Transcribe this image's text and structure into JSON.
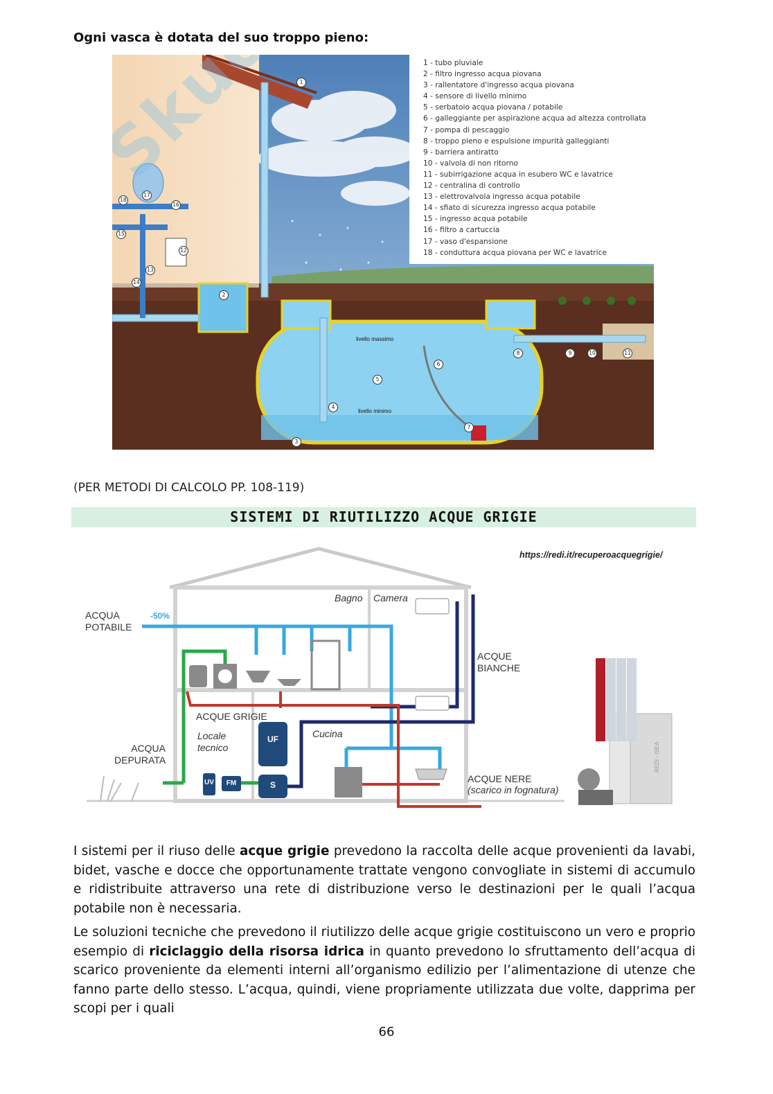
{
  "heading": "Ogni vasca è dotata del suo troppo pieno:",
  "figure1": {
    "legend": [
      "1 - tubo pluviale",
      "2 - filtro ingresso acqua piovana",
      "3 - rallentatore d'ingresso acqua piovana",
      "4 - sensore di livello minimo",
      "5 - serbatoio acqua piovana / potabile",
      "6 - galleggiante per aspirazione acqua ad altezza controllata",
      "7 - pompa di pescaggio",
      "8 - troppo pieno e espulsione impurità galleggianti",
      "9 - barriera antiratto",
      "10 - valvola di non ritorno",
      "11 - subirrigazione acqua in esubero WC e lavatrice",
      "12 - centralina di controllo",
      "13 - elettrovalvola ingresso acqua potabile",
      "14 - sfiato di sicurezza ingresso acqua potabile",
      "15 - ingresso acqua potabile",
      "16 - filtro a cartuccia",
      "17 - vaso d'espansione",
      "18 - conduttura acqua piovana per WC e lavatrice"
    ],
    "level_max": "livello massimo",
    "level_min": "livello minimo",
    "watermark": "Skuola.net",
    "callouts": [
      "1",
      "2",
      "3",
      "4",
      "5",
      "6",
      "7",
      "8",
      "9",
      "10",
      "11",
      "12",
      "13",
      "14",
      "15",
      "16",
      "17",
      "18"
    ]
  },
  "note": "(PER METODI DI CALCOLO PP. 108-119)",
  "section_title": "SISTEMI DI RIUTILIZZO ACQUE GRIGIE",
  "figure2": {
    "url": "https://redi.it/recuperoacquegrigie/",
    "acqua_potabile": "ACQUA\nPOTABILE",
    "minus50": "-50%",
    "bagno": "Bagno",
    "camera": "Camera",
    "acque_bianche": "ACQUE\nBIANCHE",
    "acque_grigie": "ACQUE GRIGIE",
    "locale_tecnico": "Locale\ntecnico",
    "cucina": "Cucina",
    "acqua_depurata": "ACQUA\nDEPURATA",
    "acque_nere": "ACQUE NERE",
    "scarico": "(scarico in fognatura)",
    "uf": "UF",
    "s": "S",
    "uv": "UV",
    "fm": "FM",
    "machine_label": "REDI - ISEA"
  },
  "paragraphs": {
    "p1": {
      "a": "I sistemi per il riuso delle ",
      "b": "acque grigie",
      "c": " prevedono la raccolta delle acque provenienti da lavabi, bidet, vasche e docce che opportunamente trattate vengono convogliate in sistemi di accumulo e ridistribuite attraverso una rete di distribuzione verso le destinazioni per le quali l’acqua potabile non è necessaria."
    },
    "p2": {
      "a": "Le soluzioni tecniche che prevedono il riutilizzo delle acque grigie costituiscono un vero e proprio esempio di ",
      "b": "riciclaggio della risorsa idrica",
      "c": " in quanto prevedono lo sfruttamento dell’acqua di scarico proveniente da elementi interni all’organismo edilizio per l’alimentazione di utenze che fanno parte dello stesso. L’acqua, quindi, viene propriamente utilizzata due volte, dapprima per scopi per i quali"
    }
  },
  "page_number": "66",
  "colors": {
    "section_bar": "#d7f0e1",
    "potable": "#36a9e1",
    "grey_water": "#c0392b",
    "white_water": "#1f2a6b",
    "purified": "#2aa84a"
  }
}
